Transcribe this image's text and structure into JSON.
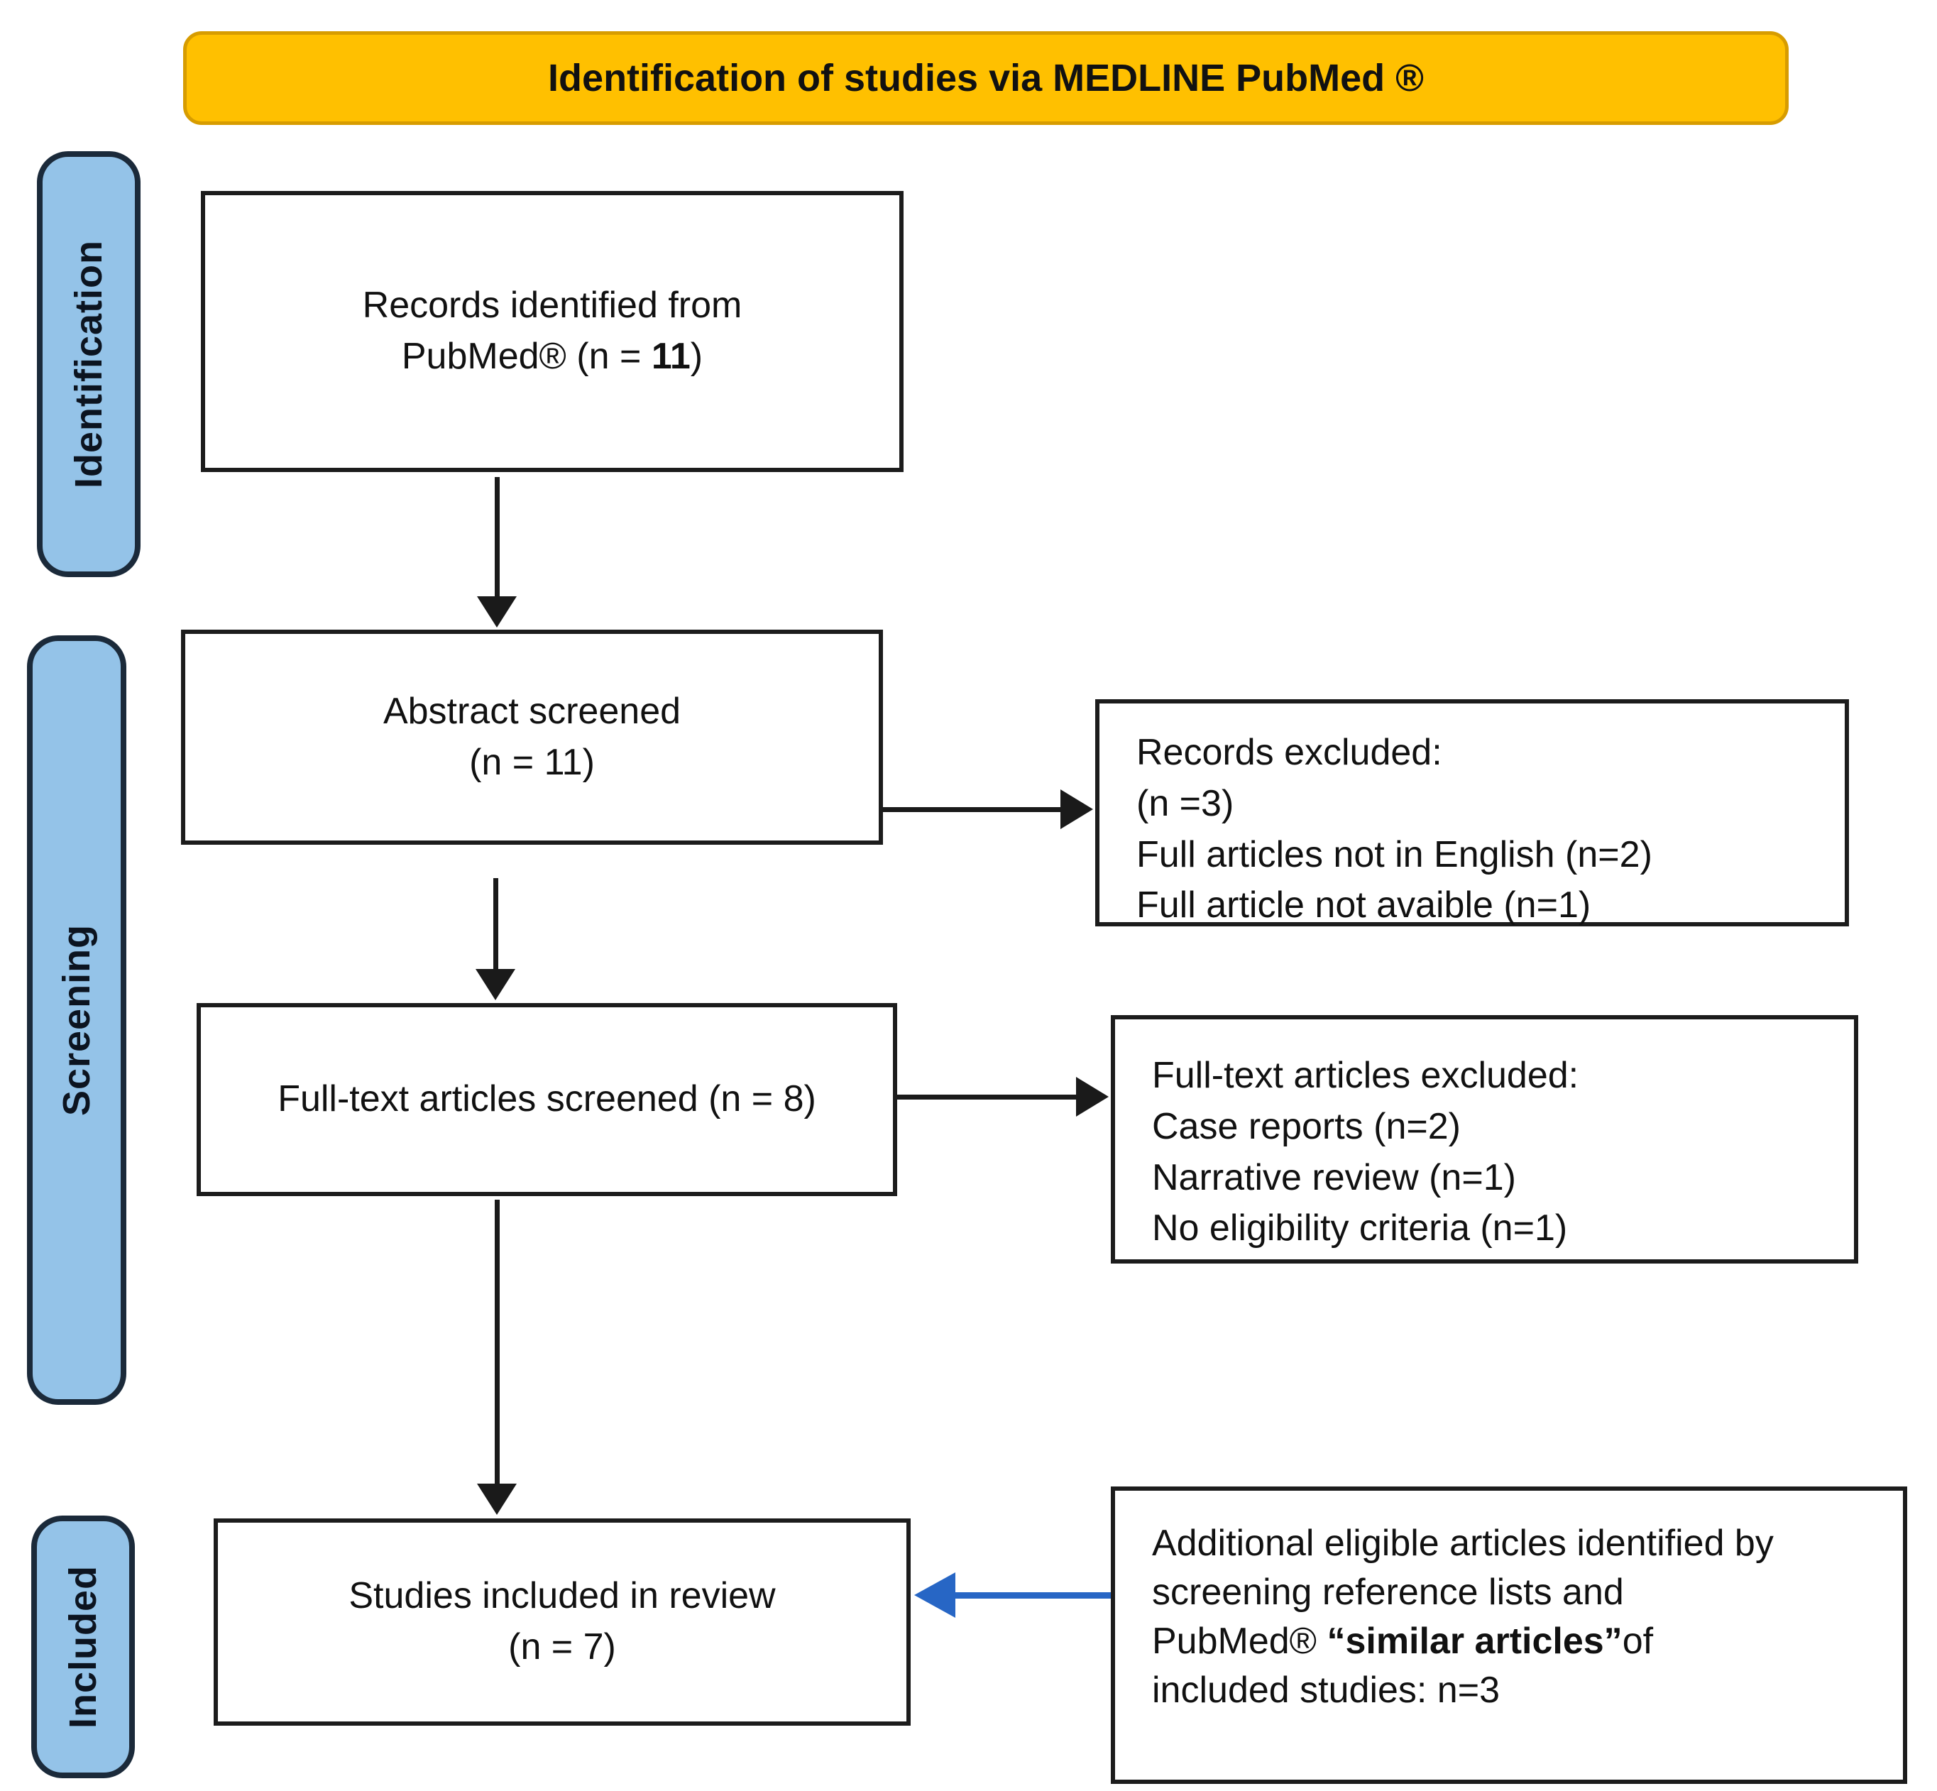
{
  "header": {
    "title": "Identification of studies via MEDLINE PubMed ®"
  },
  "stages": {
    "identification": {
      "label": "Identification"
    },
    "screening": {
      "label": "Screening"
    },
    "included": {
      "label": "Included"
    }
  },
  "boxes": {
    "records_identified": {
      "line1": "Records identified from",
      "line2_prefix": "PubMed® (n = ",
      "line2_bold": "11",
      "line2_suffix": ")"
    },
    "abstract_screened": {
      "line1": "Abstract screened",
      "line2": "(n = 11)"
    },
    "records_excluded": {
      "lines": [
        "Records excluded:",
        "(n =3)",
        "Full articles not in English (n=2)",
        "Full article not avaible (n=1)"
      ]
    },
    "fulltext_screened": {
      "line1": "Full-text articles screened (n = 8)"
    },
    "fulltext_excluded": {
      "lines": [
        "Full-text articles excluded:",
        "Case reports (n=2)",
        "Narrative review (n=1)",
        "No eligibility criteria (n=1)"
      ]
    },
    "studies_included": {
      "line1": "Studies included in review",
      "line2": "(n = 7)"
    },
    "additional_articles": {
      "line1": "Additional eligible articles identified by",
      "line2": "screening reference lists and",
      "line3_prefix": "PubMed® ",
      "line3_bold": "“similar articles”",
      "line3_suffix": "of",
      "line4": "included studies: n=3"
    }
  },
  "colors": {
    "banner_fill": "#FFC000",
    "banner_border": "#D79C00",
    "stage_fill": "#94C3E8",
    "stage_border": "#1B2A3A",
    "box_border": "#1C1C1C",
    "black_arrow": "#1A1A1A",
    "blue_arrow": "#2766C5"
  }
}
